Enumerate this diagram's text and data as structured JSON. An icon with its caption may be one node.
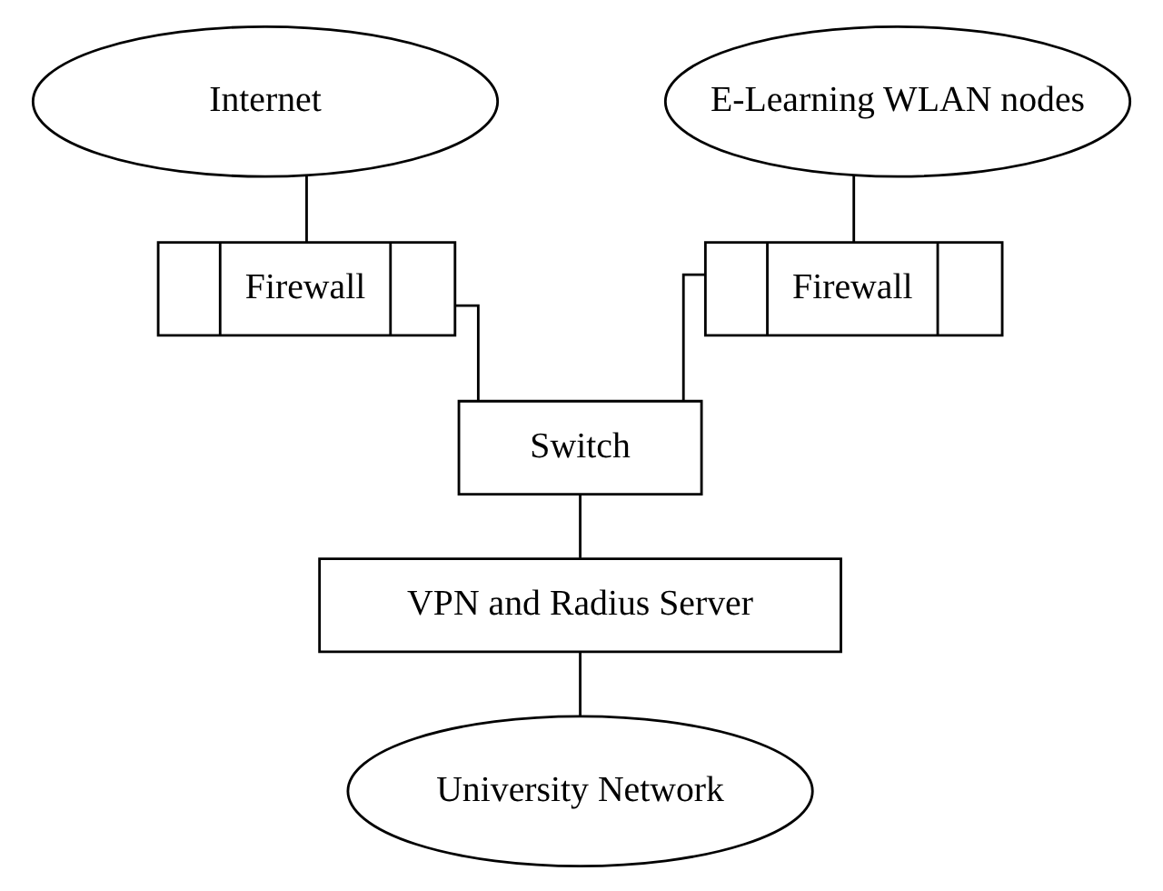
{
  "diagram": {
    "nodes": [
      {
        "text": [
          "E-Learning WLAN nodes"
        ]
      },
      {
        "text": [
          "Internet"
        ]
      },
      {
        "text": [
          "Firewall"
        ]
      },
      {
        "text": [
          "Firewall"
        ]
      },
      {
        "text": [
          "Switch"
        ]
      },
      {
        "text": [
          "VPN and Radius Server"
        ]
      },
      {
        "text": [
          "University Network"
        ]
      }
    ],
    "edges": [
      {
        "from": 1,
        "to": 2,
        "arrow": "none"
      },
      {
        "from": 0,
        "to": 3,
        "arrow": "none"
      },
      {
        "from": 2,
        "to": 4,
        "arrow": "none"
      },
      {
        "from": 3,
        "to": 4,
        "arrow": "none"
      },
      {
        "from": 4,
        "to": 5,
        "arrow": "none"
      },
      {
        "from": 5,
        "to": 6,
        "arrow": "none"
      }
    ]
  }
}
